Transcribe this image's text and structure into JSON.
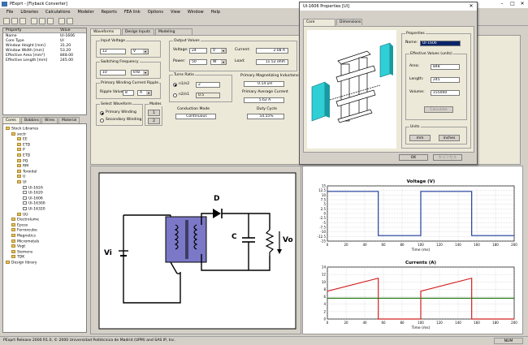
{
  "window": {
    "title": "PExprt - [Flyback Converter]",
    "minimize": "–",
    "maximize": "□",
    "close": "✕"
  },
  "menu": [
    "File",
    "Libraries",
    "Calculations",
    "Modeler",
    "Reports",
    "FEA link",
    "Options",
    "View",
    "Window",
    "Help"
  ],
  "properties": {
    "headers": [
      "Property",
      "Value"
    ],
    "rows": [
      [
        "Name",
        "UI-1606"
      ],
      [
        "Core Type",
        "UI"
      ],
      [
        "Window Height [mm]",
        "31.20"
      ],
      [
        "Window Width [mm]",
        "53.20"
      ],
      [
        "Effective Area [mm²]",
        "848.00"
      ],
      [
        "Effective Length [mm]",
        "245.00"
      ]
    ]
  },
  "left_tabs": [
    "Cores",
    "Bobbins",
    "Wires",
    "Material"
  ],
  "tree": [
    {
      "label": "Stock Libraries",
      "level": 0,
      "leaf": false
    },
    {
      "label": "sectr",
      "level": 1,
      "leaf": false
    },
    {
      "label": "EE",
      "level": 2,
      "leaf": false
    },
    {
      "label": "ETD",
      "level": 2,
      "leaf": false
    },
    {
      "label": "P",
      "level": 2,
      "leaf": false
    },
    {
      "label": "ETD",
      "level": 2,
      "leaf": false
    },
    {
      "label": "PQ",
      "level": 2,
      "leaf": false
    },
    {
      "label": "RM",
      "level": 2,
      "leaf": false
    },
    {
      "label": "Toroidal",
      "level": 2,
      "leaf": false
    },
    {
      "label": "U",
      "level": 2,
      "leaf": false
    },
    {
      "label": "UI",
      "level": 2,
      "leaf": false
    },
    {
      "label": "UI-162A",
      "level": 3,
      "leaf": true
    },
    {
      "label": "UI-1620",
      "level": 3,
      "leaf": true
    },
    {
      "label": "UI-1606",
      "level": 3,
      "leaf": true
    },
    {
      "label": "UI-16300",
      "level": 3,
      "leaf": true
    },
    {
      "label": "UI-16320",
      "level": 3,
      "leaf": true
    },
    {
      "label": "UU",
      "level": 2,
      "leaf": false
    },
    {
      "label": "Electrolume",
      "level": 1,
      "leaf": false
    },
    {
      "label": "Epcos",
      "level": 1,
      "leaf": false
    },
    {
      "label": "Ferroxcube",
      "level": 1,
      "leaf": false
    },
    {
      "label": "Magnetics",
      "level": 1,
      "leaf": false
    },
    {
      "label": "Micrometals",
      "level": 1,
      "leaf": false
    },
    {
      "label": "Vogt",
      "level": 1,
      "leaf": false
    },
    {
      "label": "Siemens",
      "level": 1,
      "leaf": false
    },
    {
      "label": "TDK",
      "level": 1,
      "leaf": false
    },
    {
      "label": "Design library",
      "level": 0,
      "leaf": false
    }
  ],
  "main_tabs": [
    "Waveforms",
    "Design Inputs",
    "Modeling Options"
  ],
  "form": {
    "input_voltage_title": "Input Voltage",
    "input_voltage_value": "12",
    "input_voltage_unit": "V",
    "switching_freq_title": "Switching Frequency",
    "switching_freq_value": "10",
    "switching_freq_unit": "kHz",
    "ripple_title": "Primary Winding Current Ripple",
    "ripple_label": "Ripple Value:",
    "ripple_value": "8",
    "ripple_unit": "A",
    "select_waveform_title": "Select Waveform",
    "radio_primary": "Primary Winding",
    "radio_secondary": "Secondary Winding",
    "modes_title": "Modes",
    "mode1": "1",
    "mode2": "2",
    "output_title": "Output Values",
    "voltage_label": "Voltage:",
    "voltage_value": "24",
    "voltage_unit": "V",
    "current_label": "Current:",
    "current_value": "2.08 A",
    "power_label": "Power:",
    "power_value": "50",
    "power_unit": "W",
    "load_label": "Load:",
    "load_value": "11.52 ohm",
    "turns_title": "Turns Ratio",
    "n1n2_label": "n1/n2",
    "n1n2_value": "2",
    "n2n1_label": "n2/n1",
    "n2n1_value": "0.5",
    "primary_mag_title": "Primary Magnetizing Inductance",
    "primary_mag_value": "0.14 uH",
    "primary_avg_title": "Primary Average Current",
    "primary_avg_value": "5.62 A",
    "conduction_title": "Conduction Mode",
    "conduction_value": "Continuous",
    "duty_title": "Duty Cycle",
    "duty_value": "54.55%"
  },
  "schematic": {
    "vin_label": "Vi",
    "diode_label": "D",
    "cap_label": "C",
    "vout_label": "Vo"
  },
  "dialog": {
    "title": "UI-1606 Properties [UI]",
    "close": "✕",
    "tabs": [
      "Core Properties",
      "Dimensions"
    ],
    "properties_title": "Properties",
    "name_label": "Name:",
    "name_value": "UI-1606",
    "eff_title": "Effective Values (units)",
    "area_label": "Area:",
    "area_value": "848",
    "length_label": "Length:",
    "length_value": "245",
    "volume_label": "Volume:",
    "volume_value": "155000",
    "calc_btn": "Calculate",
    "units_title": "Units",
    "unit_mm": "mm",
    "unit_inches": "inches",
    "ok_btn": "OK",
    "cancel_btn": "キャンセル"
  },
  "status": {
    "text": "PExprt Release 2000 R1.0, © 2000 Universidad Politécnica de Madrid (UPM) and SAS IP, Inc.",
    "num": "NUM"
  },
  "chart_data": [
    {
      "type": "line",
      "title": "Voltage (V)",
      "xlabel": "Time (ms)",
      "ylabel": "",
      "xlim": [
        0,
        200
      ],
      "ylim": [
        -15,
        15
      ],
      "xticks": [
        0,
        20,
        40,
        60,
        80,
        100,
        120,
        140,
        160,
        180,
        200
      ],
      "yticks": [
        -15,
        -12.5,
        -10,
        -7.5,
        -5,
        -2.5,
        0,
        2.5,
        5,
        7.5,
        10,
        12.5,
        15
      ],
      "grid": true,
      "series": [
        {
          "color": "#1f3f9f",
          "x": [
            0,
            54.5,
            54.5,
            100,
            100,
            154.5,
            154.5,
            200
          ],
          "y": [
            12,
            12,
            -12,
            -12,
            12,
            12,
            -12,
            -12
          ]
        }
      ]
    },
    {
      "type": "line",
      "title": "Currents (A)",
      "xlabel": "Time (ms)",
      "ylabel": "",
      "xlim": [
        0,
        200
      ],
      "ylim": [
        0,
        14
      ],
      "xticks": [
        0,
        20,
        40,
        60,
        80,
        100,
        120,
        140,
        160,
        180,
        200
      ],
      "yticks": [
        0,
        2,
        4,
        6,
        8,
        10,
        12,
        14
      ],
      "grid": true,
      "series": [
        {
          "color": "#d42020",
          "x": [
            0,
            54.5,
            54.5,
            100,
            100,
            154.5,
            154.5,
            200
          ],
          "y": [
            7.5,
            11,
            0,
            0,
            7.5,
            11,
            0,
            0
          ]
        },
        {
          "color": "#2a7a1a",
          "x": [
            0,
            200
          ],
          "y": [
            5.6,
            5.6
          ]
        }
      ]
    }
  ]
}
